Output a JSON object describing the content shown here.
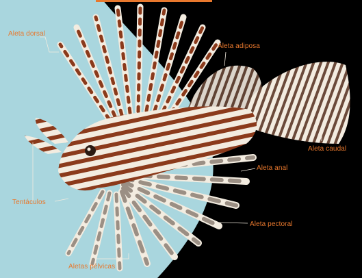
{
  "diagram": {
    "labels": {
      "dorsal": "Aleta dorsal",
      "adiposa": "Aleta adiposa",
      "caudal": "Aleta caudal",
      "anal": "Aleta anal",
      "pectoral": "Aleta pectoral",
      "tentaculos": "Tentáculos",
      "pelvicas": "Aletas pélvicas"
    },
    "colors": {
      "background_light": "#a9d6de",
      "background_dark": "#000000",
      "label_orange": "#e8782d",
      "stripe_brown": "#8b3a1b",
      "fin_cream": "#f3ece0",
      "fin_grey": "#9b8f84"
    }
  }
}
